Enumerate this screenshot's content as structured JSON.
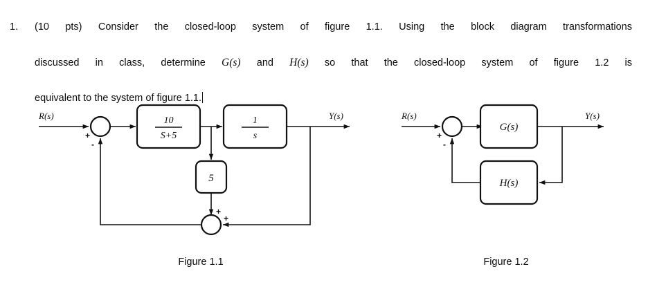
{
  "document": {
    "question_number": "1.",
    "question_lines": [
      "(10 pts) Consider the closed-loop system of figure 1.1. Using the block diagram transformations",
      "discussed in class, determine G(s) and H(s) so that the closed-loop system of figure 1.2 is",
      "equivalent to the system of figure 1.1."
    ],
    "line1_part1": "(10 pts) Consider the closed-loop system of figure 1.1. Using the block diagram transformations",
    "line2_part1": "discussed in class, determine ",
    "line2_math1": "G(s)",
    "line2_part2": " and ",
    "line2_math2": "H(s)",
    "line2_part3": " so that the closed-loop system of figure 1.2 is",
    "line3_part1": "equivalent to the system of figure 1.1.",
    "caret_visible": "true"
  },
  "figure1": {
    "caption": "Figure 1.1",
    "input_label": "R(s)",
    "output_label": "Y(s)",
    "sum1": {
      "name": "input-summing-junction",
      "sign_left": "+",
      "sign_bottom": "-"
    },
    "sum2": {
      "name": "feedback-summing-junction",
      "sign_top": "+",
      "sign_right": "+"
    },
    "blocks": [
      {
        "id": "plant-block",
        "numerator": "10",
        "denominator": "S+5"
      },
      {
        "id": "integrator-block",
        "numerator": "1",
        "denominator": "s"
      },
      {
        "id": "gain-block",
        "label": "5"
      }
    ]
  },
  "figure2": {
    "caption": "Figure 1.2",
    "input_label": "R(s)",
    "output_label": "Y(s)",
    "sum1": {
      "name": "input-summing-junction",
      "sign_left": "+",
      "sign_bottom": "-"
    },
    "blocks": [
      {
        "id": "forward-block",
        "label": "G(s)"
      },
      {
        "id": "feedback-block",
        "label": "H(s)"
      }
    ]
  },
  "colors": {
    "ink": "#0c0c0c",
    "line": "#111111",
    "page": "#ffffff"
  }
}
